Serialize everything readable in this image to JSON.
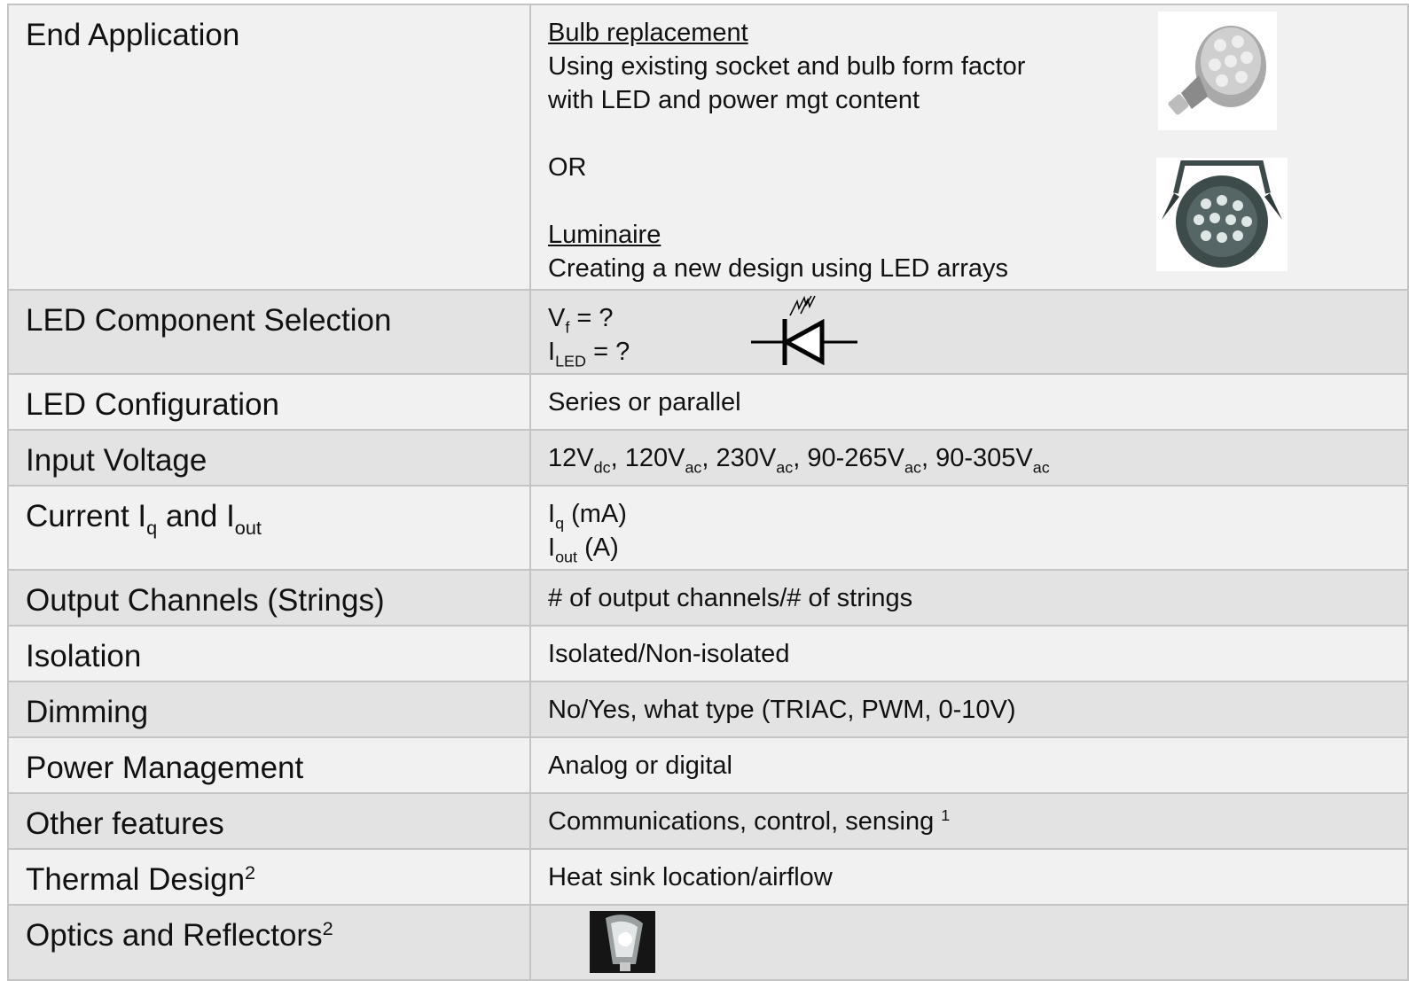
{
  "rows": {
    "end_application": {
      "label": "End Application",
      "bulb_title": "Bulb replacement",
      "bulb_line1": "Using existing socket and bulb form factor",
      "bulb_line2": "with LED and power mgt content",
      "or": "OR",
      "lum_title": "Luminaire",
      "lum_line": "Creating a new design using LED arrays"
    },
    "led_component": {
      "label": "LED Component Selection",
      "vf_main": "V",
      "vf_sub": "f",
      "vf_rest": " = ?",
      "iled_main": "I",
      "iled_sub": "LED",
      "iled_rest": " = ?"
    },
    "led_configuration": {
      "label": "LED Configuration",
      "value": "Series or parallel"
    },
    "input_voltage": {
      "label": "Input Voltage",
      "v1": "12V",
      "s1": "dc",
      "v2": ", 120V",
      "s2": "ac",
      "v3": ", 230V",
      "s3": "ac",
      "v4": ", 90-265V",
      "s4": "ac",
      "v5": ", 90-305V",
      "s5": "ac"
    },
    "current": {
      "label_a": "Current I",
      "label_q": "q",
      "label_b": " and I",
      "label_out": "out",
      "iq_main": "I",
      "iq_sub": "q",
      "iq_rest": " (mA)",
      "iout_main": "I",
      "iout_sub": "out",
      "iout_rest": " (A)"
    },
    "output_channels": {
      "label": "Output Channels (Strings)",
      "value": "# of output channels/# of strings"
    },
    "isolation": {
      "label": "Isolation",
      "value": "Isolated/Non-isolated"
    },
    "dimming": {
      "label": "Dimming",
      "value": "No/Yes, what type (TRIAC, PWM, 0-10V)"
    },
    "power_management": {
      "label": "Power Management",
      "value": "Analog or digital"
    },
    "other_features": {
      "label": "Other features",
      "value": "Communications, control, sensing ",
      "sup": "1"
    },
    "thermal_design": {
      "label": "Thermal Design",
      "sup": "2",
      "value": "Heat sink location/airflow"
    },
    "optics": {
      "label": "Optics and Reflectors",
      "sup": "2"
    }
  },
  "icons": {
    "bulb": "led-bulb-photo-icon",
    "luminaire": "led-luminaire-photo-icon",
    "diode": "led-diode-symbol-icon",
    "reflector": "reflector-lamp-photo-icon"
  }
}
